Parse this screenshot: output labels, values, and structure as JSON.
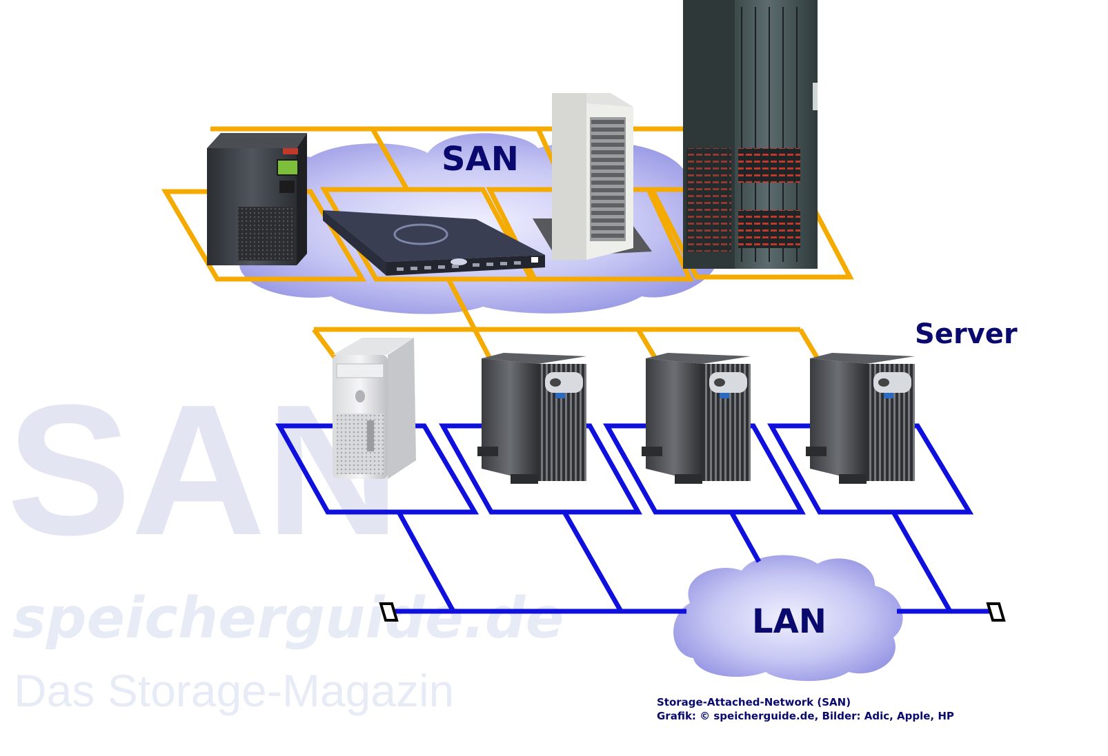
{
  "watermark": {
    "big": "SAN",
    "site": "speicherguide.de",
    "tagline": "Das Storage-Magazin"
  },
  "labels": {
    "san_cloud": "SAN",
    "lan_cloud": "LAN",
    "server": "Server"
  },
  "caption": {
    "line1": "Storage-Attached-Network (SAN)",
    "line2": "Grafik: © speicherguide.de, Bilder: Adic, Apple, HP"
  },
  "colors": {
    "san_link": "#f5aa00",
    "lan_link": "#1010dd",
    "cloud": "#b3b3ee",
    "label_text": "#0a0a6e"
  },
  "devices": {
    "storage": [
      "tape-library-icon",
      "fibre-channel-switch-icon",
      "disk-array-tower-icon",
      "storage-rack-icon"
    ],
    "servers": [
      "mac-pro-server-icon",
      "tower-server-icon",
      "tower-server-icon",
      "tower-server-icon"
    ]
  }
}
